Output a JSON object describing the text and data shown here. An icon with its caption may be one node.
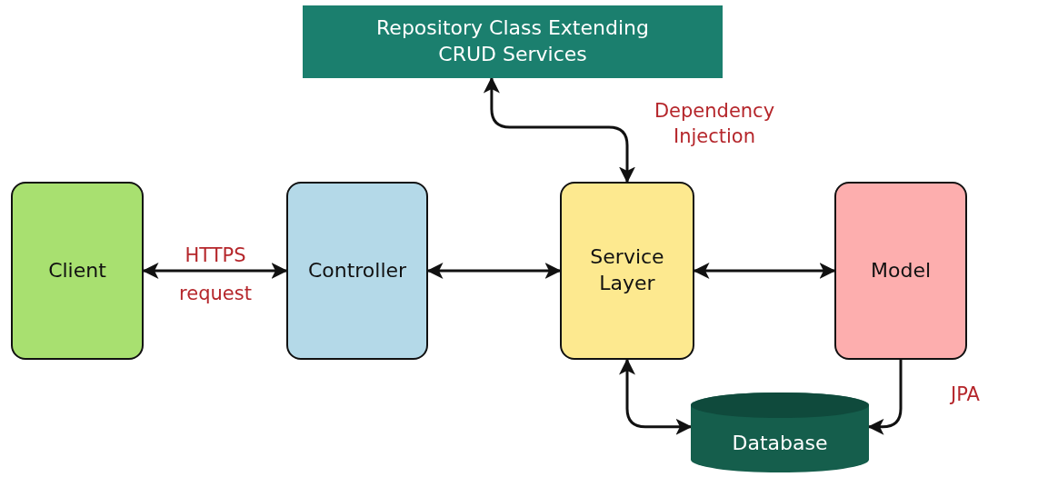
{
  "diagram": {
    "nodes": [
      {
        "text": [
          "Repository Class Extending CRUD Services"
        ]
      },
      {
        "text": [
          "Client"
        ]
      },
      {
        "text": [
          "Controller"
        ]
      },
      {
        "text": [
          "Service Layer"
        ]
      },
      {
        "text": [
          "Model"
        ]
      },
      {
        "text": [
          "Database"
        ]
      }
    ],
    "edges": [
      {
        "from": 1,
        "to": 2,
        "arrow": "both",
        "label": "HTTPS request"
      },
      {
        "from": 2,
        "to": 3,
        "arrow": "both"
      },
      {
        "from": 3,
        "to": 4,
        "arrow": "both"
      },
      {
        "from": 0,
        "to": 3,
        "arrow": "both",
        "label": "Dependency Injection"
      },
      {
        "from": 3,
        "to": 5,
        "arrow": "both"
      },
      {
        "from": 4,
        "to": 5,
        "arrow": "to",
        "label": "JPA"
      }
    ]
  }
}
